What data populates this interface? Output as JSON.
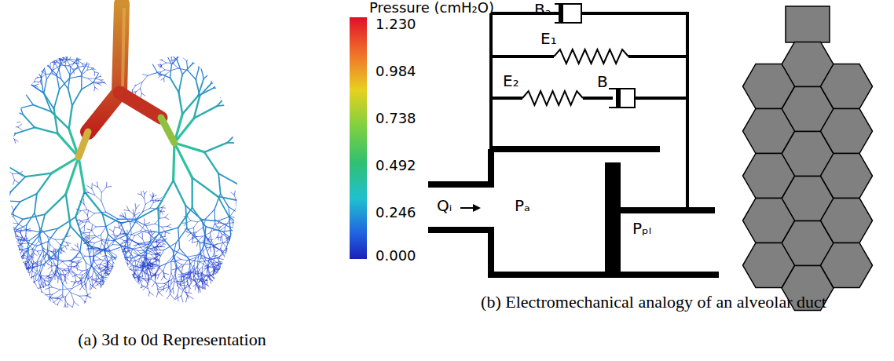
{
  "diagram": {
    "labels": [
      "Pressure (cmH₂O)",
      "1.230",
      "0.984",
      "0.738",
      "0.492",
      "0.246",
      "0.000",
      "Bₐ",
      "E₁",
      "E₂",
      "B",
      "Qᵢ",
      "Pₐ",
      "Pₚₗ",
      "(a) 3d to 0d Representation",
      "(b) Electromechanical analogy of an alveolar duct"
    ]
  }
}
